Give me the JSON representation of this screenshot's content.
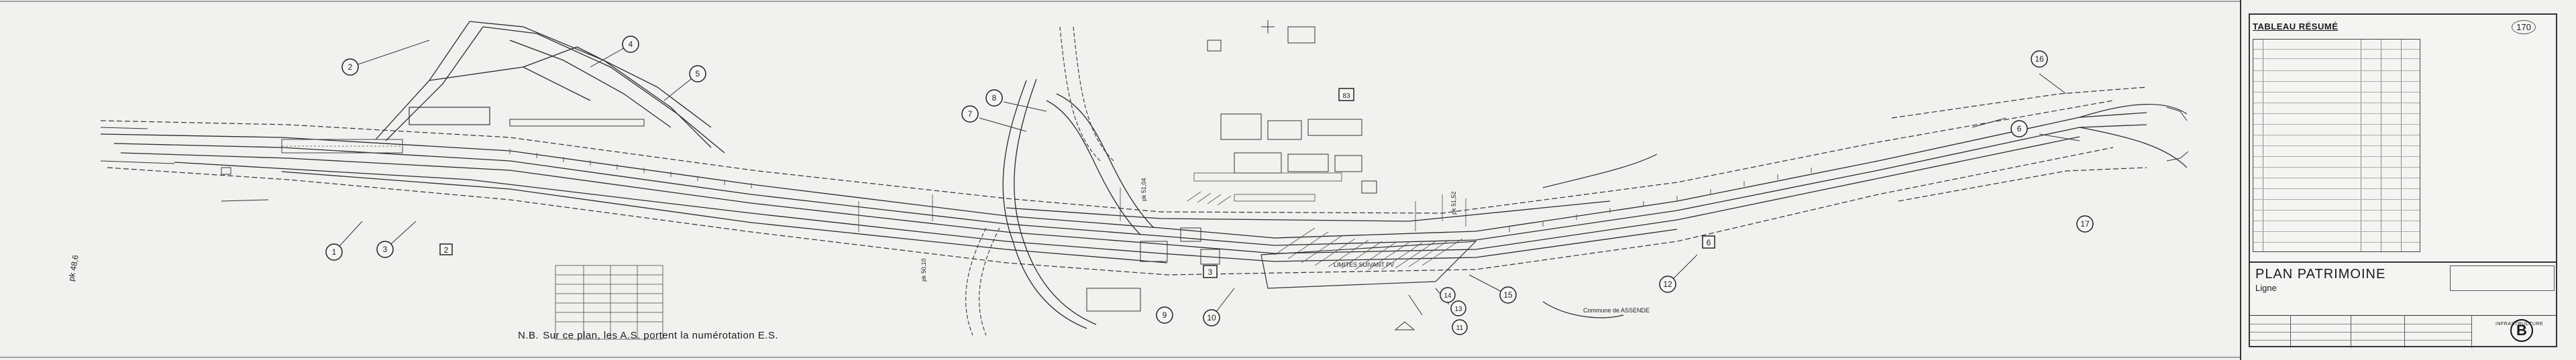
{
  "note": {
    "prefix": "N.B.",
    "text": "Sur ce plan, les A.S. portent la numérotation E.S."
  },
  "markers": {
    "m1": "1",
    "m2": "2",
    "m3": "3",
    "m4": "4",
    "m5": "5",
    "m6": "6",
    "m7": "7",
    "m8": "8",
    "m9": "9",
    "m10": "10",
    "m11": "11",
    "m12": "12",
    "m13": "13",
    "m14": "14",
    "m15": "15",
    "m16": "16",
    "m17": "17",
    "b2": "2",
    "b6": "6",
    "b3": "3",
    "c83": "83"
  },
  "panel": {
    "title": "TABLEAU RÉSUMÉ",
    "stamp": "170",
    "plan_title": "PLAN PATRIMOINE",
    "ligne_label": "Ligne",
    "logo_letter": "B",
    "infra_label": "INFRASTRUCTURE"
  }
}
